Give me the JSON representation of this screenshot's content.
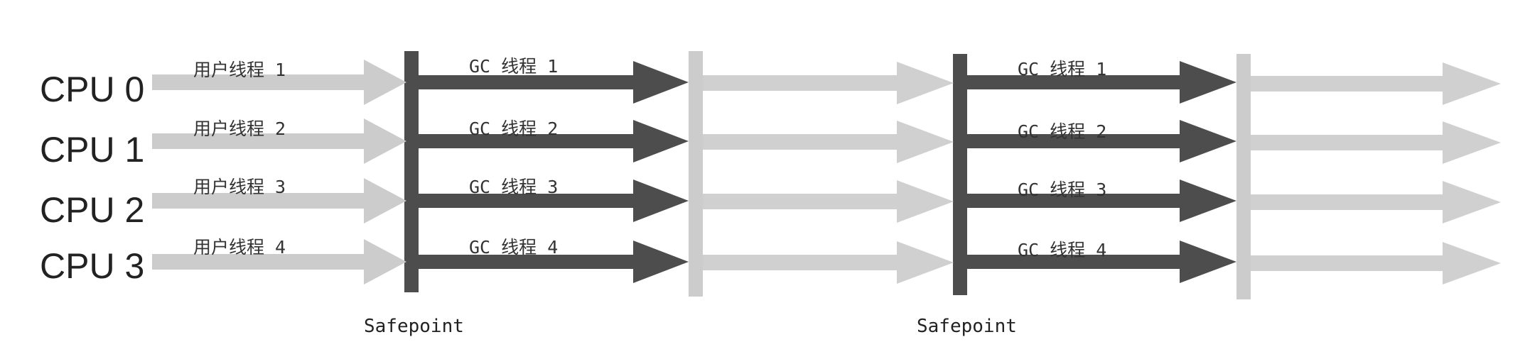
{
  "cpus": [
    "CPU 0",
    "CPU 1",
    "CPU 2",
    "CPU 3"
  ],
  "user_threads": [
    "用户线程 1",
    "用户线程 2",
    "用户线程 3",
    "用户线程 4"
  ],
  "gc_threads": [
    "GC 线程 1",
    "GC 线程 2",
    "GC 线程 3",
    "GC 线程 4"
  ],
  "safepoint_label": "Safepoint",
  "colors": {
    "user_arrow": "#cccccc",
    "gc_arrow": "#4d4d4d",
    "safepoint_bar": "#4d4d4d",
    "resume_bar": "#cccccc",
    "idle_arrow": "#d0d0d0"
  }
}
